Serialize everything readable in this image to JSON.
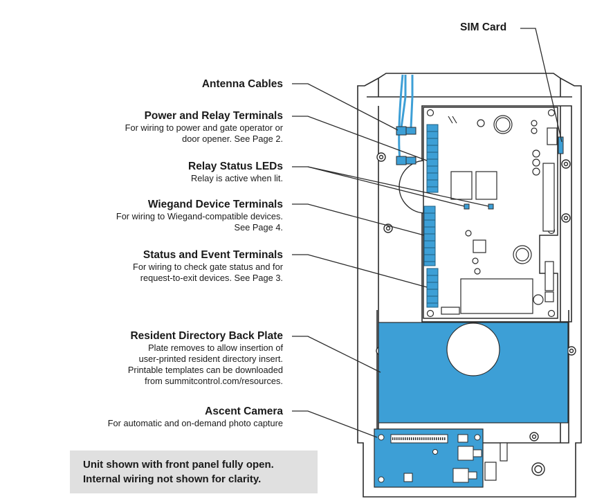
{
  "labels": {
    "sim_card": {
      "title": "SIM Card"
    },
    "antenna_cables": {
      "title": "Antenna Cables"
    },
    "power_relay": {
      "title": "Power and Relay Terminals",
      "desc": [
        "For wiring to power and gate operator or",
        "door opener. See Page 2."
      ]
    },
    "relay_leds": {
      "title": "Relay Status LEDs",
      "desc": [
        "Relay is active when lit."
      ]
    },
    "wiegand": {
      "title": "Wiegand Device Terminals",
      "desc": [
        "For wiring to Wiegand-compatible devices.",
        "See Page 4."
      ]
    },
    "status_event": {
      "title": "Status and Event Terminals",
      "desc": [
        "For wiring to check gate status and for",
        "request-to-exit devices. See Page 3."
      ]
    },
    "back_plate": {
      "title": "Resident Directory Back Plate",
      "desc": [
        "Plate removes to allow insertion of",
        "user-printed resident directory insert.",
        "Printable templates can be downloaded",
        "from summitcontrol.com/resources."
      ]
    },
    "camera": {
      "title": "Ascent Camera",
      "desc": [
        "For automatic and on-demand photo capture"
      ]
    }
  },
  "note": {
    "line1": "Unit shown with front panel fully open.",
    "line2": "Internal wiring not shown for clarity."
  },
  "colors": {
    "accent": "#3d9fd6",
    "line": "#2a2a2a",
    "note_bg": "#e0e0e0"
  }
}
